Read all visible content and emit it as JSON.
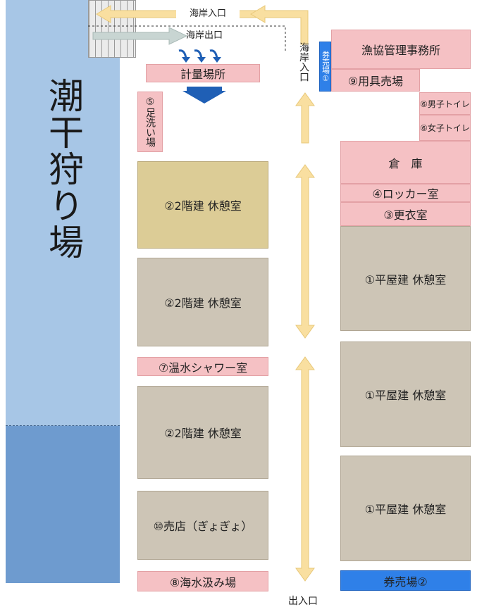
{
  "colors": {
    "sea_light": "#a7c6e6",
    "sea_dark": "#6e9bcf",
    "pink": "#f5c1c4",
    "gray": "#cdc5b6",
    "gold": "#dccc96",
    "blue": "#2f80e8",
    "arrow_yellow": "#f9dfa0",
    "arrow_gray": "#c8d5d2",
    "arrow_blue": "#1f5fb5"
  },
  "shore": {
    "title": "潮干狩り場",
    "entrance": "海岸入口",
    "exit": "海岸出口"
  },
  "path": {
    "coast_entrance_vertical": "海岸入口",
    "main_entrance": "出入口"
  },
  "left_column": {
    "weighing": "計量場所",
    "foot_wash": "⑤足洗い場",
    "rest_2f_a": "②2階建 休憩室",
    "rest_2f_b": "②2階建 休憩室",
    "shower": "⑦温水シャワー室",
    "rest_2f_c": "②2階建 休憩室",
    "shop": "⑩売店（ぎょぎょ）",
    "seawater": "⑧海水汲み場"
  },
  "right_column": {
    "ticket1": "券売場①",
    "fishery_office": "漁協管理事務所",
    "equipment": "⑨用具売場",
    "mens_toilet": "⑥男子トイレ",
    "womens_toilet": "⑥女子トイレ",
    "warehouse": "倉　庫",
    "locker": "④ロッカー室",
    "changing": "③更衣室",
    "rest_1f_a": "①平屋建 休憩室",
    "rest_1f_b": "①平屋建 休憩室",
    "rest_1f_c": "①平屋建 休憩室",
    "ticket2": "券売場②"
  }
}
